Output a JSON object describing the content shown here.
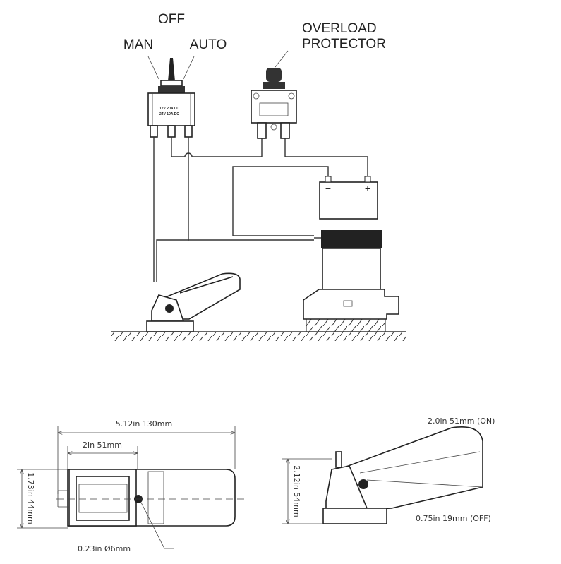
{
  "wiring": {
    "switch_positions": {
      "off": "OFF",
      "man": "MAN",
      "auto": "AUTO"
    },
    "switch_rating": [
      "12V  20A  DC",
      "24V  10A  DC"
    ],
    "protector_label": [
      "OVERLOAD",
      "PROTECTOR"
    ],
    "battery": {
      "negative": "−",
      "positive": "+"
    }
  },
  "dimensions": {
    "total_length": "5.12in  130mm",
    "base_length": "2in  51mm",
    "width": "1.73in  44mm",
    "hole": "0.23in  Ø6mm",
    "on_height": "2.0in  51mm (ON)",
    "height": "2.12in  54mm",
    "off_height": "0.75in  19mm (OFF)"
  }
}
